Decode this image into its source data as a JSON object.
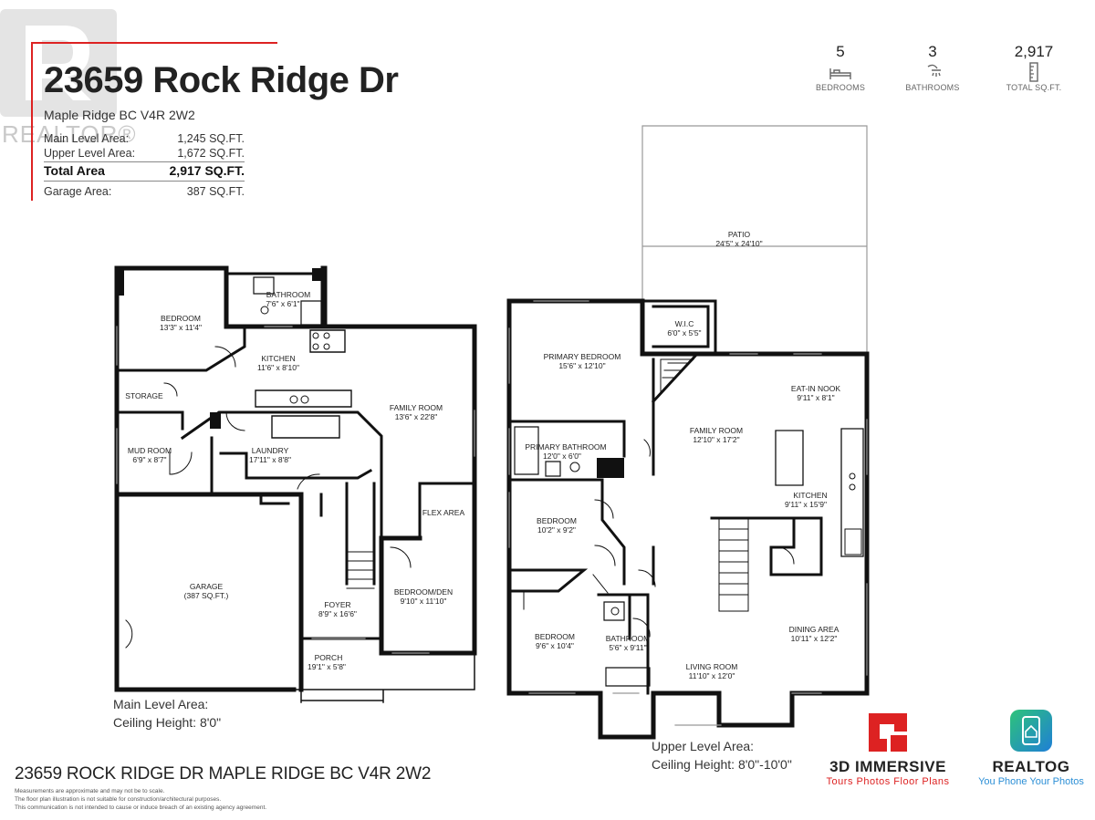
{
  "header": {
    "address": "23659 Rock Ridge Dr",
    "city_line": "Maple Ridge BC V4R 2W2",
    "realtor_logo_text": "REALTOR®"
  },
  "areas": [
    {
      "label": "Main Level Area:",
      "value": "1,245 SQ.FT."
    },
    {
      "label": "Upper Level Area:",
      "value": "1,672 SQ.FT."
    },
    {
      "label": "Total Area",
      "value": "2,917 SQ.FT."
    },
    {
      "label": "Garage Area:",
      "value": "387 SQ.FT."
    }
  ],
  "stats": [
    {
      "value": "5",
      "label": "BEDROOMS",
      "icon": "bed-icon"
    },
    {
      "value": "3",
      "label": "BATHROOMS",
      "icon": "shower-icon"
    },
    {
      "value": "2,917",
      "label": "TOTAL SQ.FT.",
      "icon": "ruler-icon"
    }
  ],
  "main_level": {
    "rooms": [
      {
        "name": "BEDROOM",
        "size": "13'3\" x 11'4\""
      },
      {
        "name": "BATHROOM",
        "size": "7'6\" x 6'1\""
      },
      {
        "name": "KITCHEN",
        "size": "11'6\" x 8'10\""
      },
      {
        "name": "STORAGE",
        "size": ""
      },
      {
        "name": "FAMILY ROOM",
        "size": "13'6\" x 22'8\""
      },
      {
        "name": "MUD ROOM",
        "size": "6'9\" x 8'7\""
      },
      {
        "name": "LAUNDRY",
        "size": "17'11\" x 8'8\""
      },
      {
        "name": "FLEX AREA",
        "size": ""
      },
      {
        "name": "GARAGE",
        "size": "(387 SQ.FT.)"
      },
      {
        "name": "BEDROOM/DEN",
        "size": "9'10\" x 11'10\""
      },
      {
        "name": "FOYER",
        "size": "8'9\" x 16'6\""
      },
      {
        "name": "PORCH",
        "size": "19'1\" x 5'8\""
      }
    ],
    "label": "Main Level Area:",
    "ceiling": "Ceiling Height: 8'0\""
  },
  "upper_level": {
    "rooms": [
      {
        "name": "PATIO",
        "size": "24'5\" x 24'10\""
      },
      {
        "name": "W.I.C",
        "size": "6'0\" x 5'5\""
      },
      {
        "name": "PRIMARY BEDROOM",
        "size": "15'6\" x 12'10\""
      },
      {
        "name": "EAT-IN NOOK",
        "size": "9'11\" x 8'1\""
      },
      {
        "name": "FAMILY ROOM",
        "size": "12'10\" x 17'2\""
      },
      {
        "name": "PRIMARY BATHROOM",
        "size": "12'0\" x 6'0\""
      },
      {
        "name": "KITCHEN",
        "size": "9'11\" x 15'9\""
      },
      {
        "name": "BEDROOM",
        "size": "10'2\" x 9'2\""
      },
      {
        "name": "BEDROOM",
        "size": "9'6\" x 10'4\""
      },
      {
        "name": "BATHROOM",
        "size": "5'6\" x 9'11\""
      },
      {
        "name": "DINING AREA",
        "size": "10'11\" x 12'2\""
      },
      {
        "name": "LIVING ROOM",
        "size": "11'10\" x 12'0\""
      }
    ],
    "label": "Upper Level Area:",
    "ceiling": "Ceiling Height: 8'0\"-10'0\""
  },
  "footer": {
    "address_bold": "23659 ROCK RIDGE DR",
    "address_rest": " MAPLE RIDGE BC V4R 2W2",
    "notes": [
      "Measurements are approximate and may not be to scale.",
      "The floor plan illustration is not suitable for construction/architectural purposes.",
      "This communication is not intended to cause or induce breach of an existing agency agreement."
    ]
  },
  "brands": [
    {
      "name": "3D IMMERSIVE",
      "tagline": "Tours  Photos  Floor Plans",
      "color": "#d22"
    },
    {
      "name": "REALTOG",
      "tagline": "You Phone Your Photos",
      "color": "#2c8fd6"
    }
  ]
}
